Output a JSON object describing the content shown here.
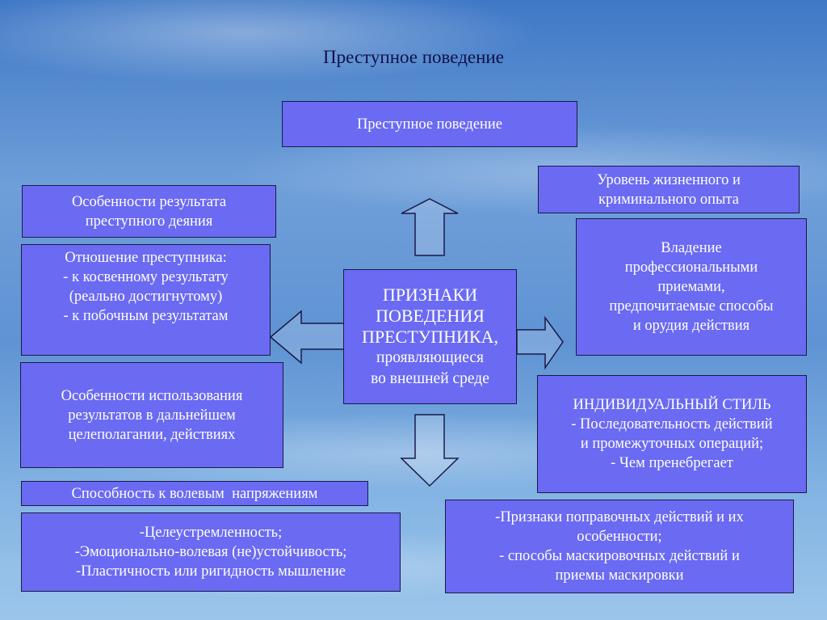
{
  "slide_title": "Преступное поведение",
  "header_box": "Преступное поведение",
  "center": {
    "lines": [
      "ПРИЗНАКИ",
      "ПОВЕДЕНИЯ",
      "ПРЕСТУПНИКА,",
      "проявляющиеся",
      "во внешней среде"
    ]
  },
  "left_boxes": {
    "result_features": [
      "Особенности результата",
      "преступного деяния"
    ],
    "attitude": [
      "Отношение преступника:",
      "- к косвенному результату",
      "(реально достигнутому)",
      "- к побочным результатам"
    ],
    "use_features": [
      "Особенности использования",
      "результатов в дальнейшем",
      "целеполагании, действиях"
    ],
    "volitional": [
      "Способность к волевым  напряжениям"
    ],
    "qualities": [
      "-Целеустремленность;",
      "-Эмоционально-волевая (не)устойчивость;",
      "-Пластичность или ригидность мышление"
    ]
  },
  "right_boxes": {
    "experience": [
      "Уровень жизненного и",
      "криминального опыта"
    ],
    "skills": [
      "Владение",
      "профессиональными",
      "приемами,",
      "предпочитаемые способы",
      "и орудия действия"
    ],
    "style": [
      "ИНДИВИДУАЛЬНЫЙ СТИЛЬ",
      "- Последовательность действий",
      "и промежуточных операций;",
      "- Чем пренебрегает"
    ],
    "corrective": [
      "-Признаки поправочных действий и их",
      "особенности;",
      "- способы маскировочных действий и",
      "приемы маскировки"
    ]
  }
}
